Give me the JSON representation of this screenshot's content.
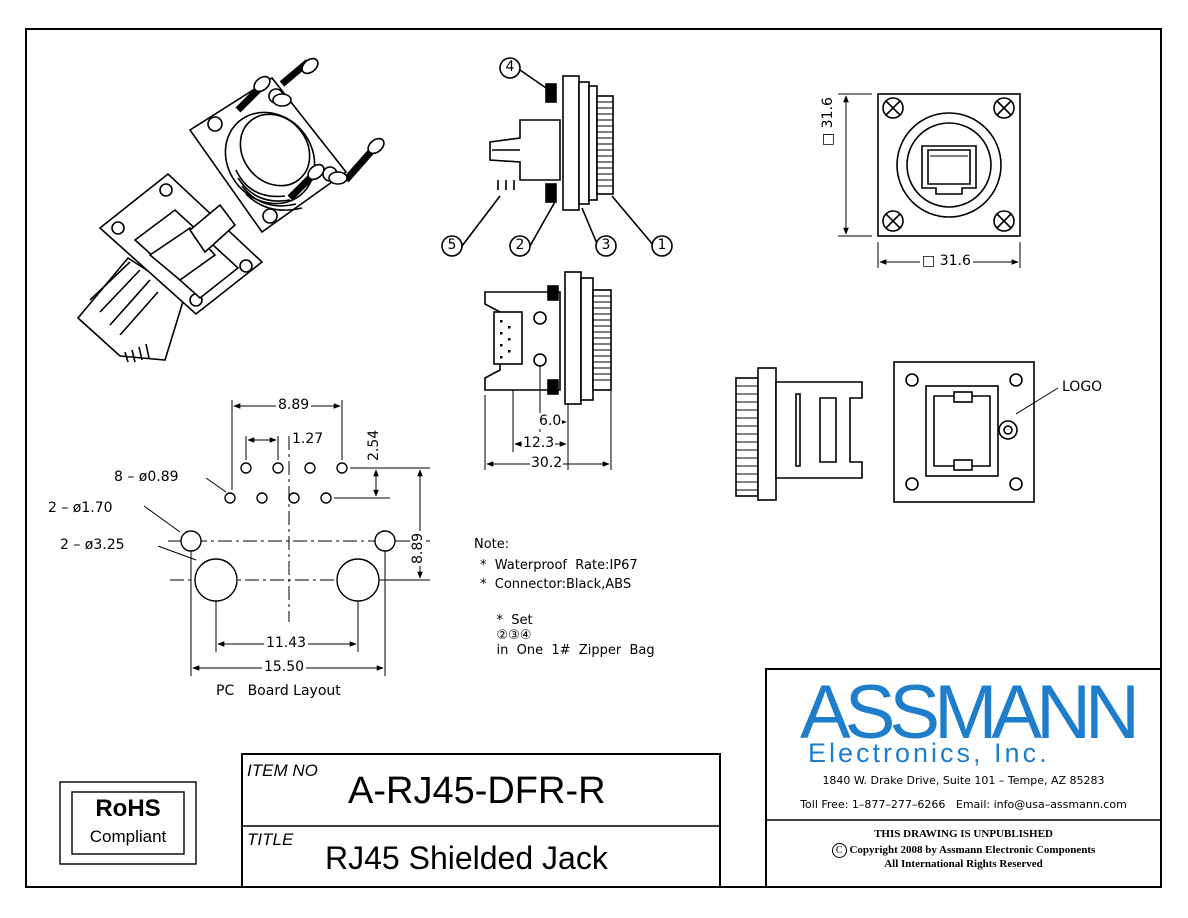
{
  "colors": {
    "line": "#000000",
    "brand": "#1f7ecb",
    "paper": "#ffffff"
  },
  "pcb": {
    "dim_8_89_top": "8.89",
    "dim_1_27": "1.27",
    "dim_2_54": "2.54",
    "dim_8_89_right": "8.89",
    "callout_8_holes": "8 – ø0.89",
    "callout_2_small": "2 – ø1.70",
    "callout_2_large": "2 – ø3.25",
    "dim_11_43": "11.43",
    "dim_15_50": "15.50",
    "caption": "PC   Board Layout"
  },
  "side_view": {
    "balloons": [
      "4",
      "5",
      "2",
      "3",
      "1"
    ]
  },
  "lower_side_view": {
    "dim_6_0": "6.0",
    "dim_12_3": "12.3",
    "dim_30_2": "30.2"
  },
  "front_view": {
    "dim_vertical": "31.6",
    "dim_horizontal": "31.6",
    "square_symbol": "□"
  },
  "rear_view": {
    "logo_label": "LOGO"
  },
  "notes": {
    "heading": "Note:",
    "line1": "*  Waterproof  Rate:IP67",
    "line2": "*  Connector:Black,ABS",
    "line3_prefix": "*  Set",
    "line3_circled": "②③④",
    "line3_suffix": "in  One  1#  Zipper  Bag"
  },
  "title_block": {
    "item_no_label": "ITEM NO",
    "item_no_value": "A-RJ45-DFR-R",
    "title_label": "TITLE",
    "title_value": "RJ45 Shielded Jack"
  },
  "rohs": {
    "line1": "RoHS",
    "line2": "Compliant"
  },
  "company": {
    "name": "ASSMANN",
    "subtitle": "Electronics, Inc.",
    "address": "1840 W. Drake Drive, Suite 101 – Tempe, AZ 85283",
    "contact": "Toll Free: 1–877–277–6266   Email: info@usa–assmann.com",
    "notice1": "THIS DRAWING IS UNPUBLISHED",
    "notice2_symbol": "C",
    "notice2": "Copyright 2008 by Assmann Electronic Components",
    "notice3": "All International Rights Reserved"
  }
}
